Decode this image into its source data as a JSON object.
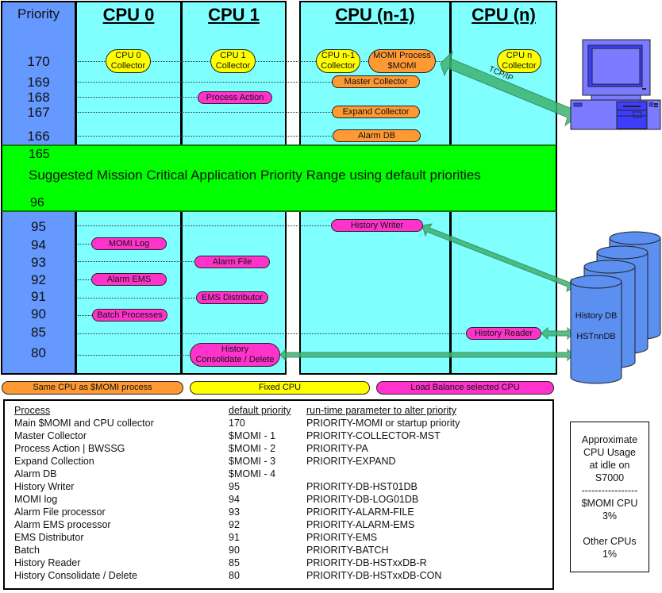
{
  "priority_header": "Priority",
  "cpu_headers": [
    "CPU 0",
    "CPU 1",
    "CPU (n-1)",
    "CPU (n)"
  ],
  "priority_levels_upper": [
    "170",
    "169",
    "168",
    "167",
    "166"
  ],
  "priority_levels_lower": [
    "95",
    "94",
    "93",
    "92",
    "91",
    "90",
    "85",
    "80"
  ],
  "mission_band": {
    "top_value": "165",
    "label": "Suggested Mission Critical Application Priority Range using default priorities",
    "bottom_value": "96",
    "color": "#00ff00"
  },
  "processes": {
    "cpu0_collector": {
      "line1": "CPU 0",
      "line2": "Collector"
    },
    "cpu1_collector": {
      "line1": "CPU 1",
      "line2": "Collector"
    },
    "cpun1_collector": {
      "line1": "CPU n-1",
      "line2": "Collector"
    },
    "momi_process": {
      "line1": "MOMI Process",
      "line2": "$MOMI"
    },
    "cpun_collector": {
      "line1": "CPU n",
      "line2": "Collector"
    },
    "master_collector": "Master Collector",
    "process_action": "Process Action",
    "expand_collector": "Expand Collector",
    "alarm_db": "Alarm DB",
    "history_writer": "History Writer",
    "momi_log": "MOMI Log",
    "alarm_file": "Alarm File",
    "alarm_ems": "Alarm EMS",
    "ems_distributor": "EMS Distributor",
    "batch_processes": "Batch Processes",
    "history_reader": "History Reader",
    "history_consolidate": {
      "line1": "History",
      "line2": "Consolidate / Delete"
    }
  },
  "connections": {
    "tcpip_label": "TCP/IP"
  },
  "database": {
    "line1": "History DB",
    "line2": "HSTnnDB"
  },
  "legend": [
    {
      "label": "Same CPU as $MOMI process",
      "color": "#ff9933"
    },
    {
      "label": "Fixed CPU",
      "color": "#ffff00"
    },
    {
      "label": "Load Balance selected CPU",
      "color": "#ff33cc"
    }
  ],
  "colors": {
    "priority_column": "#6699ff",
    "cpu_column": "#80ffff",
    "arrow": "#3cb371",
    "computer": "#7b7bff",
    "database": "#5b8ff0"
  },
  "table": {
    "headers": [
      "Process",
      "default priority",
      "run-time parameter to alter priority"
    ],
    "rows": [
      [
        "Main $MOMI and CPU collector",
        "170",
        "PRIORITY-MOMI or startup priority"
      ],
      [
        "Master Collector",
        "$MOMI - 1",
        "PRIORITY-COLLECTOR-MST"
      ],
      [
        "Process Action | BWSSG",
        "$MOMI - 2",
        "PRIORITY-PA"
      ],
      [
        "Expand Collection",
        "$MOMI - 3",
        "PRIORITY-EXPAND"
      ],
      [
        "Alarm DB",
        "$MOMI - 4",
        ""
      ],
      [
        "History Writer",
        "95",
        "PRIORITY-DB-HST01DB"
      ],
      [
        "MOMI log",
        "94",
        "PRIORITY-DB-LOG01DB"
      ],
      [
        "Alarm File processor",
        "93",
        "PRIORITY-ALARM-FILE"
      ],
      [
        "Alarm EMS processor",
        "92",
        "PRIORITY-ALARM-EMS"
      ],
      [
        "EMS Distributor",
        "91",
        "PRIORITY-EMS"
      ],
      [
        "Batch",
        "90",
        "PRIORITY-BATCH"
      ],
      [
        "History Reader",
        "85",
        "PRIORITY-DB-HSTxxDB-R"
      ],
      [
        "History Consolidate / Delete",
        "80",
        "PRIORITY-DB-HSTxxDB-CON"
      ]
    ]
  },
  "usage_box": {
    "title_lines": [
      "Approximate",
      "CPU Usage",
      "at idle on",
      "S7000"
    ],
    "separator": "-----------------",
    "momi_label": "$MOMI CPU",
    "momi_value": "3%",
    "other_label": "Other CPUs",
    "other_value": "1%"
  }
}
